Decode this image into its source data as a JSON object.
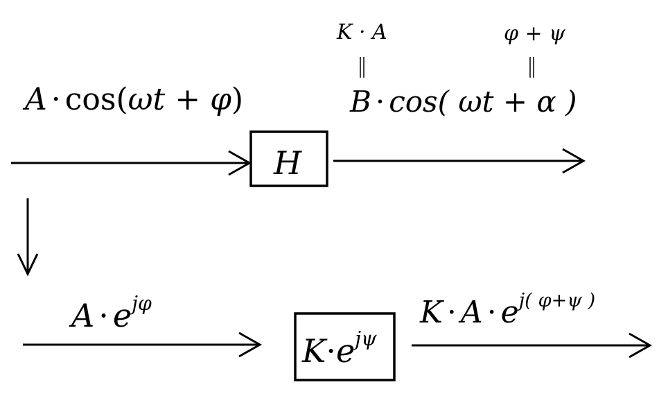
{
  "input_top": {
    "A": "A",
    "dot": "·",
    "cos": "cos(",
    "omega_t": "ωt",
    "plus": " + ",
    "phi": "φ",
    "close": ")"
  },
  "annotation_amplitude": "K · A",
  "annotation_phase": "φ + ψ",
  "output_top": {
    "B": "B",
    "dot": "·",
    "cos": "cos(",
    "omega_t": " ωt",
    "plus": " + ",
    "alpha": "α",
    "close": " )"
  },
  "block_top": "H",
  "input_bottom": {
    "A": "A",
    "dot": "·",
    "e": "e",
    "exp": "jφ"
  },
  "block_bottom": {
    "K": "K",
    "dot": "·",
    "e": "e",
    "exp": "jψ"
  },
  "output_bottom": {
    "K": "K",
    "dot1": "·",
    "A": "A",
    "dot2": "·",
    "e": "e",
    "exp": "j( φ+ψ )"
  },
  "colors": {
    "stroke": "#000000",
    "background": "#ffffff"
  }
}
